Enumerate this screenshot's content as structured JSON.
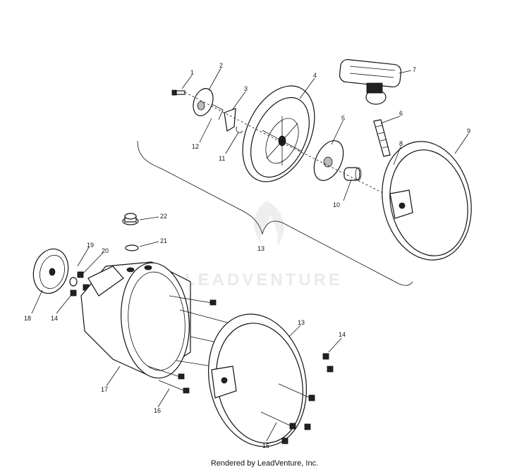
{
  "watermark": {
    "text": "LEADVENTURE"
  },
  "footer": {
    "text": "Rendered by LeadVenture, Inc."
  },
  "callouts": [
    "1",
    "2",
    "3",
    "4",
    "5",
    "6",
    "7",
    "8",
    "9",
    "10",
    "11",
    "12",
    "13",
    "13",
    "14",
    "14",
    "15",
    "16",
    "17",
    "18",
    "19",
    "20",
    "21",
    "22"
  ]
}
